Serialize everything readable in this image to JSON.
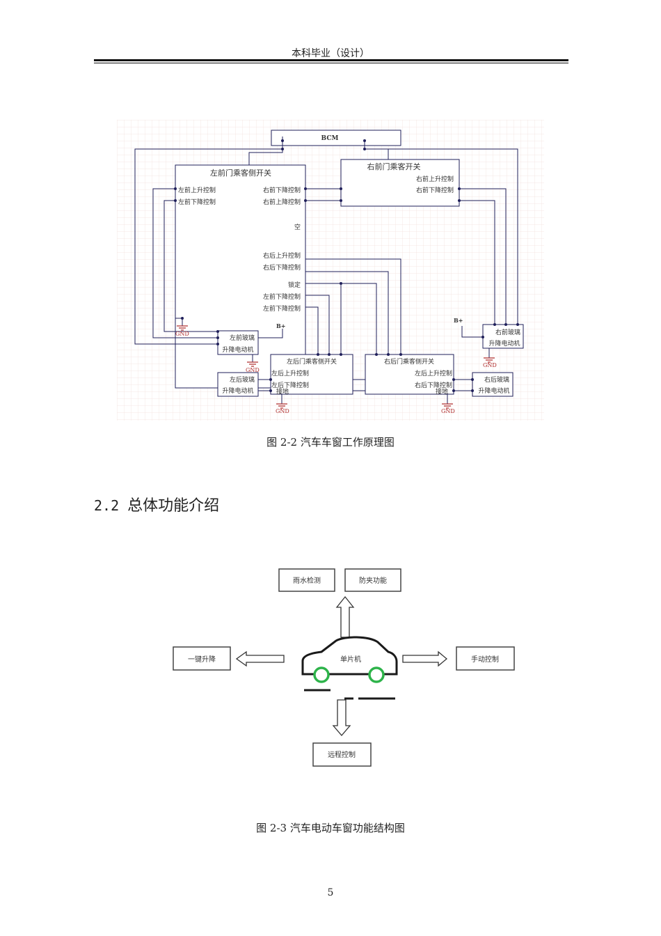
{
  "header": {
    "title": "本科毕业（设计）"
  },
  "figure1": {
    "caption": "图 2-2 汽车车窗工作原理图",
    "bcm": "BCM",
    "left_front_switch": {
      "title": "左前门乘客侧开关",
      "left_pins": [
        "左前上升控制",
        "左前下降控制"
      ],
      "right_pins": [
        "右前下降控制",
        "右前上降控制",
        "空",
        "右后上升控制",
        "右后下降控制",
        "锁定",
        "左前下降控制",
        "左前下降控制"
      ]
    },
    "right_front_switch": {
      "title": "右前门乘客开关",
      "pins": [
        "右前上升控制",
        "右前下降控制"
      ]
    },
    "left_rear_switch": {
      "title": "左后门乘客侧开关",
      "pins": [
        "左后上升控制",
        "左后下降控制"
      ],
      "ground": "接地"
    },
    "right_rear_switch": {
      "title": "右后门乘客侧开关",
      "pins": [
        "左后上升控制",
        "右后下降控制"
      ],
      "ground": "接地"
    },
    "left_front_motor": [
      "左前玻璃",
      "升降电动机"
    ],
    "right_front_motor": [
      "右前玻璃",
      "升降电动机"
    ],
    "left_rear_motor": [
      "左后玻璃",
      "升降电动机"
    ],
    "right_rear_motor": [
      "右后玻璃",
      "升降电动机"
    ],
    "gnd": "GND",
    "bplus": "B+"
  },
  "section": {
    "number": "2.2",
    "title": "总体功能介绍"
  },
  "figure2": {
    "caption": "图 2-3 汽车电动车窗功能结构图",
    "center": "单片机",
    "top_left": "雨水检测",
    "top_right": "防夹功能",
    "left": "一键升降",
    "right": "手动控制",
    "bottom": "远程控制"
  },
  "page_number": "5"
}
